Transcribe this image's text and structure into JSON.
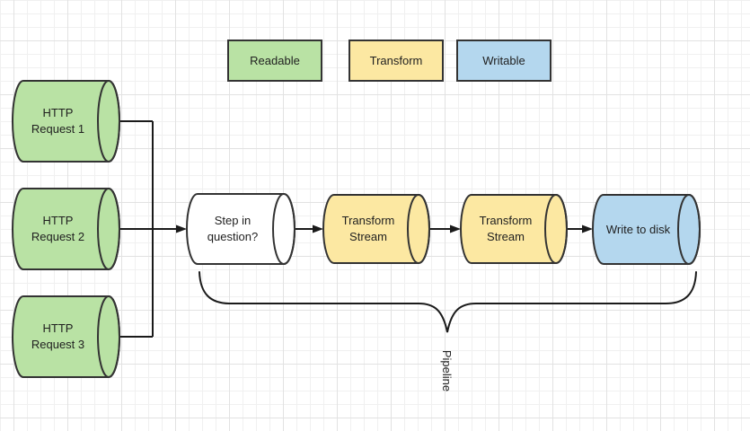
{
  "colors": {
    "readable": "#b9e2a4",
    "transform": "#fce8a2",
    "writable": "#b4d7ee",
    "plain": "#ffffff",
    "shape_stroke": "#333333",
    "connector": "#1a1a1a"
  },
  "legend": {
    "items": [
      {
        "label": "Readable",
        "color": "#b9e2a4"
      },
      {
        "label": "Transform",
        "color": "#fce8a2"
      },
      {
        "label": "Writable",
        "color": "#b4d7ee"
      }
    ]
  },
  "nodes": {
    "http1": {
      "label": "HTTP\nRequest 1",
      "type": "readable"
    },
    "http2": {
      "label": "HTTP\nRequest 2",
      "type": "readable"
    },
    "http3": {
      "label": "HTTP\nRequest 3",
      "type": "readable"
    },
    "step": {
      "label": "Step in\nquestion?",
      "type": "plain"
    },
    "transform1": {
      "label": "Transform\nStream",
      "type": "transform"
    },
    "transform2": {
      "label": "Transform\nStream",
      "type": "transform"
    },
    "write": {
      "label": "Write to disk",
      "type": "writable"
    }
  },
  "annotations": {
    "pipeline": "Pipeline"
  }
}
